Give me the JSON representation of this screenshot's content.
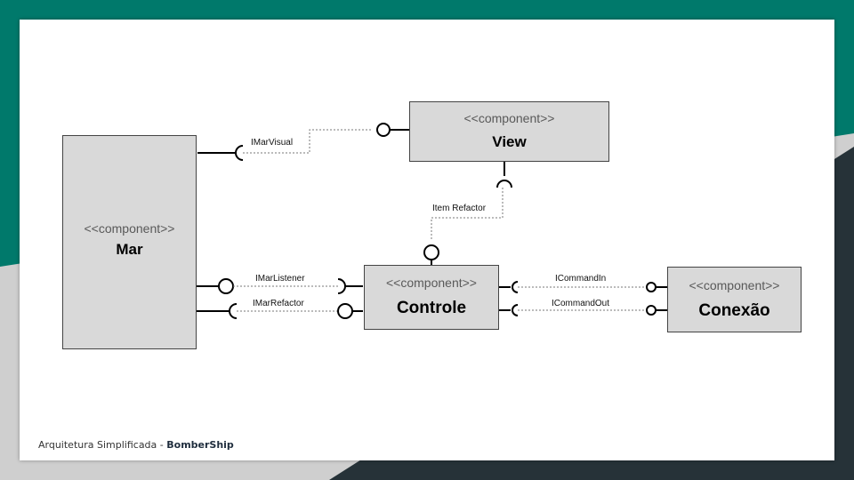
{
  "components": {
    "mar": {
      "stereotype": "<<component>>",
      "name": "Mar"
    },
    "view": {
      "stereotype": "<<component>>",
      "name": "View"
    },
    "controle": {
      "stereotype": "<<component>>",
      "name": "Controle"
    },
    "conexao": {
      "stereotype": "<<component>>",
      "name": "Conexão"
    }
  },
  "interfaces": {
    "imar_visual": "IMarVisual",
    "item_refactor": "Item Refactor",
    "imar_listener": "IMarListener",
    "imar_refactor": "IMarRefactor",
    "icommand_in": "ICommandIn",
    "icommand_out": "ICommandOut"
  },
  "footer": {
    "text": "Arquitetura  Simplificada - ",
    "emphasis": "BomberShip"
  },
  "colors": {
    "teal": "#00796b",
    "dark_navy": "#263238",
    "component_fill": "#d9d9d9"
  }
}
